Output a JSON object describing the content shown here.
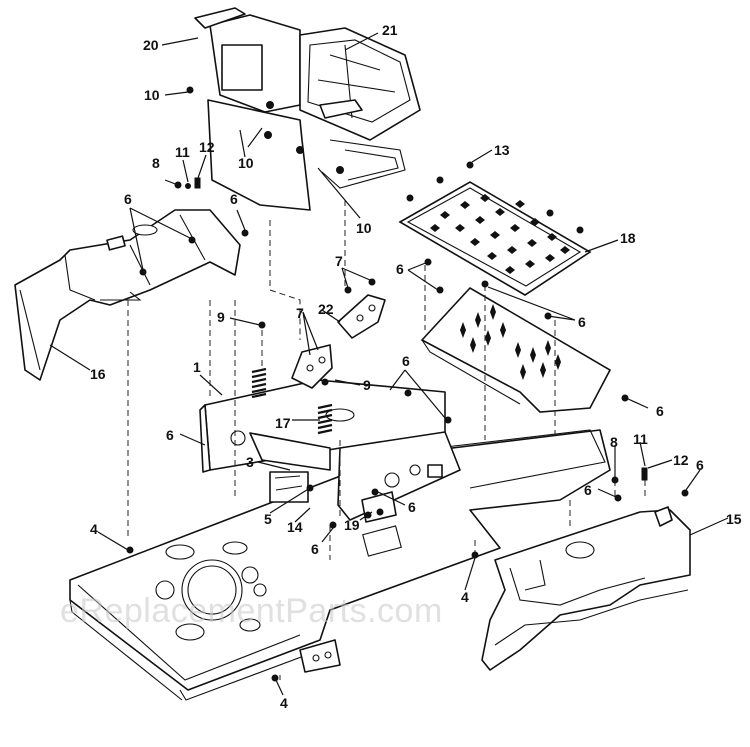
{
  "diagram": {
    "watermark": "eReplacementParts.com",
    "callouts": {
      "c20": "20",
      "c21": "21",
      "c10a": "10",
      "c10b": "10",
      "c10c": "10",
      "c8a": "8",
      "c11a": "11",
      "c12a": "12",
      "c6a": "6",
      "c6b": "6",
      "c13": "13",
      "c18": "18",
      "c7a": "7",
      "c6c": "6",
      "c6d": "6",
      "c16": "16",
      "c9a": "9",
      "c7b": "7",
      "c22": "22",
      "c6e": "6",
      "c1": "1",
      "c9b": "9",
      "c6f": "6",
      "c17": "17",
      "c6g": "6",
      "c3": "3",
      "c8b": "8",
      "c11b": "11",
      "c12b": "12",
      "c6h": "6",
      "c6i": "6",
      "c5": "5",
      "c14": "14",
      "c19": "19",
      "c6j": "6",
      "c4a": "4",
      "c6k": "6",
      "c15": "15",
      "c4b": "4",
      "c4c": "4"
    }
  }
}
